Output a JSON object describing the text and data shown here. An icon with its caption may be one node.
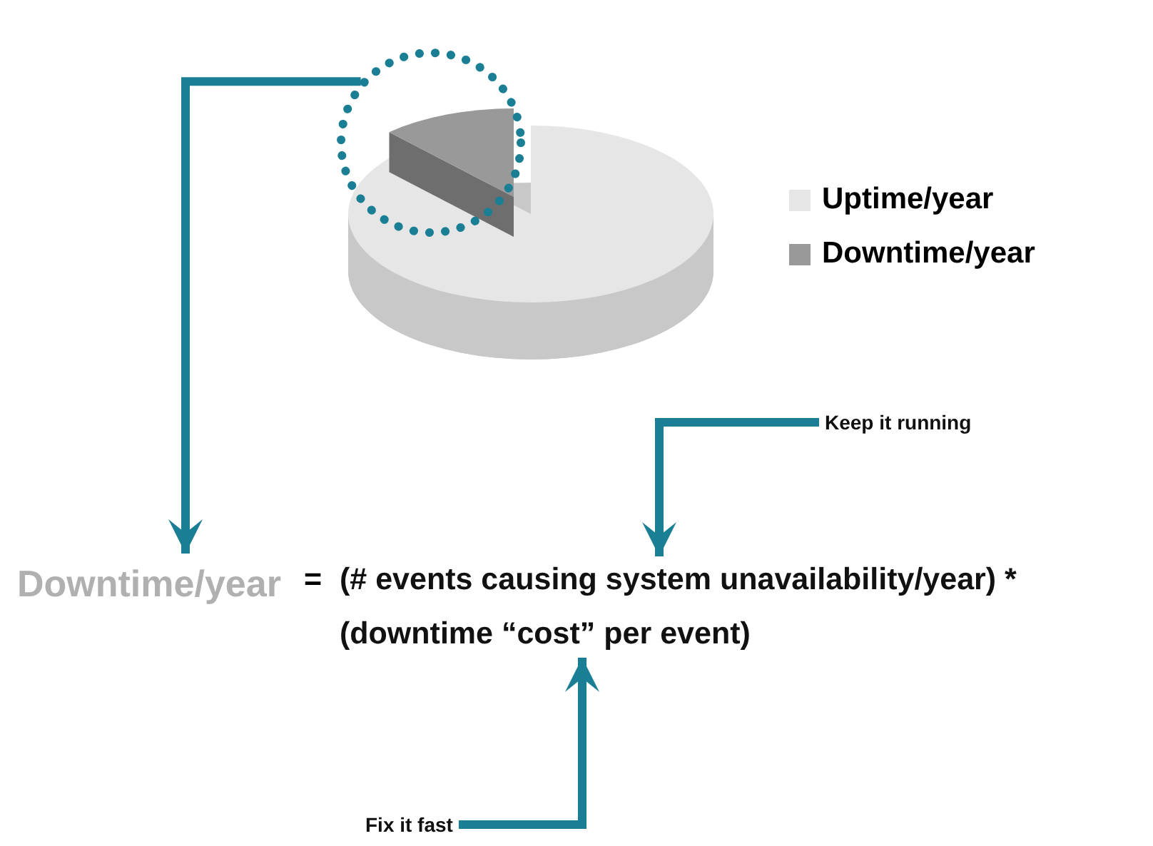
{
  "diagram": {
    "nodes": [
      {
        "text": [],
        "shape": "circle"
      },
      {
        "text": [
          "Downtime/year"
        ]
      },
      {
        "text": [
          "(# events causing system unavailability/year) *"
        ]
      },
      {
        "text": [
          "(downtime “cost” per event)"
        ]
      },
      {
        "text": [
          "Keep it running"
        ]
      },
      {
        "text": [
          "Fix it fast"
        ]
      }
    ],
    "edges": [
      {
        "from": 0,
        "to": 1,
        "arrow": "to"
      },
      {
        "from": 4,
        "to": 2,
        "arrow": "to"
      },
      {
        "from": 5,
        "to": 3,
        "arrow": "to"
      }
    ],
    "labels": [
      "="
    ],
    "legend": [
      {
        "text": "Uptime/year",
        "color": "#e6e6e6"
      },
      {
        "text": "Downtime/year",
        "color": "#999999"
      }
    ]
  }
}
